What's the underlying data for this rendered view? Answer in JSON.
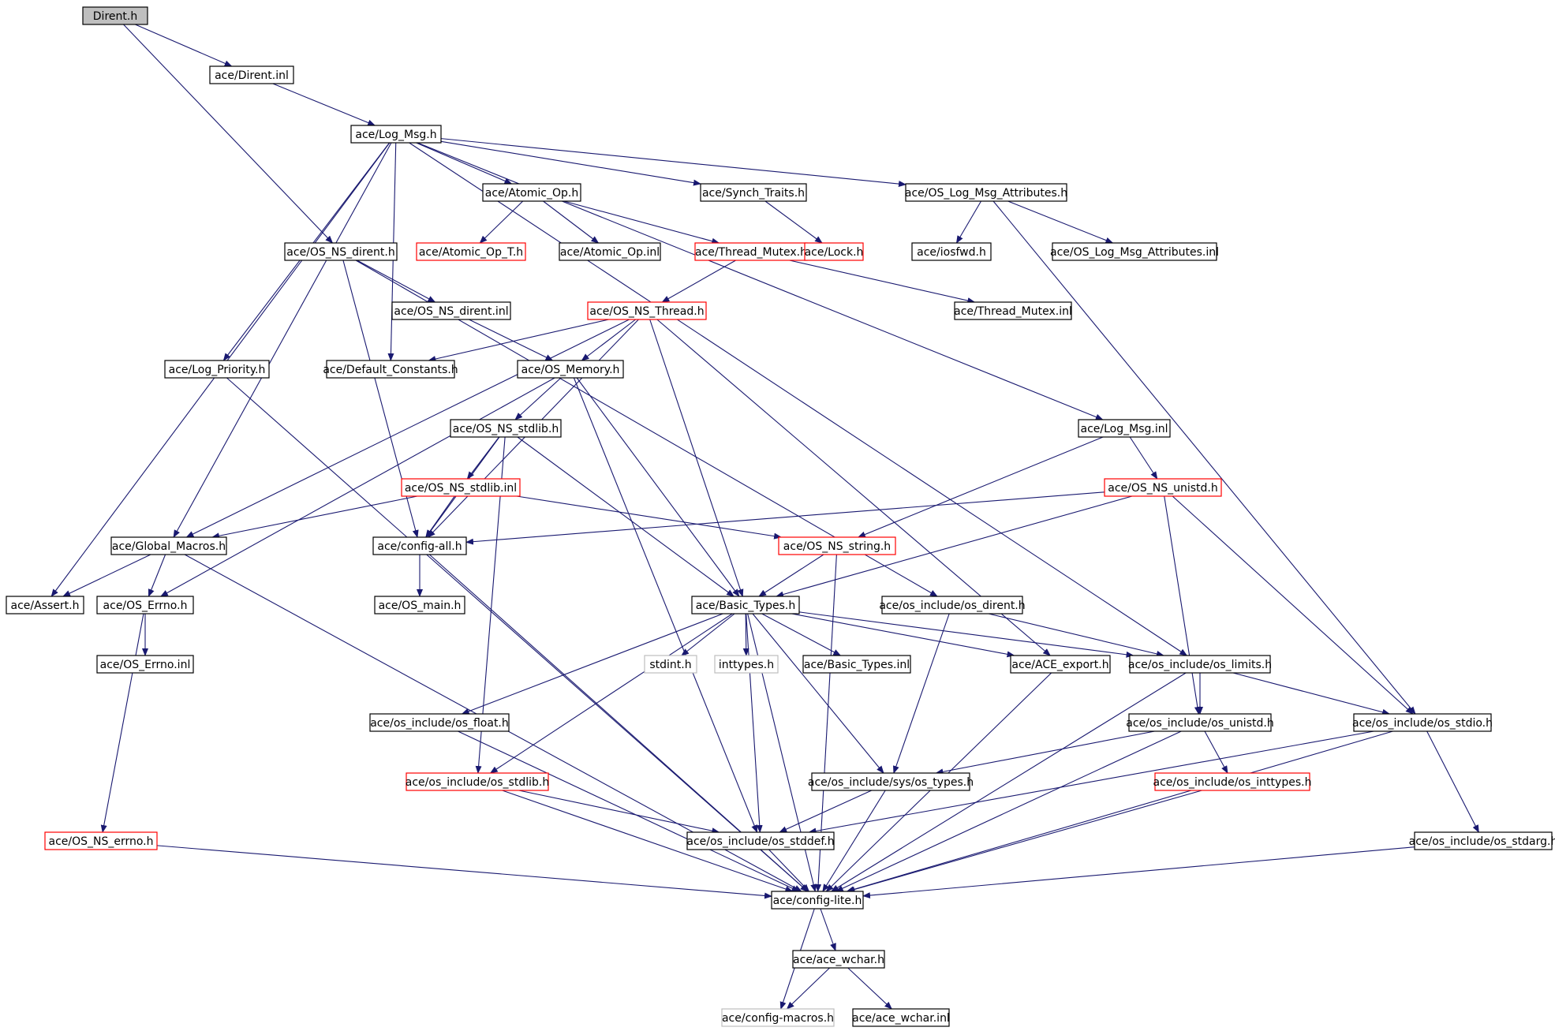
{
  "title": "Dirent.h",
  "colors": {
    "edge": "#191970",
    "border_default": "#000000",
    "border_truncated": "#ff0000",
    "border_external": "#bfbfbf",
    "root_fill": "#bfbfbf",
    "node_fill": "#ffffff"
  },
  "nodes": [
    {
      "id": "dirent_h",
      "label": "Dirent.h",
      "kind": "root"
    },
    {
      "id": "dirent_inl",
      "label": "ace/Dirent.inl",
      "kind": "normal"
    },
    {
      "id": "log_msg_h",
      "label": "ace/Log_Msg.h",
      "kind": "normal"
    },
    {
      "id": "atomic_op_h",
      "label": "ace/Atomic_Op.h",
      "kind": "normal"
    },
    {
      "id": "synch_traits_h",
      "label": "ace/Synch_Traits.h",
      "kind": "normal"
    },
    {
      "id": "os_log_msg_attr_h",
      "label": "ace/OS_Log_Msg_Attributes.h",
      "kind": "normal"
    },
    {
      "id": "os_ns_dirent_h",
      "label": "ace/OS_NS_dirent.h",
      "kind": "normal"
    },
    {
      "id": "atomic_op_t_h",
      "label": "ace/Atomic_Op_T.h",
      "kind": "truncated"
    },
    {
      "id": "atomic_op_inl",
      "label": "ace/Atomic_Op.inl",
      "kind": "normal"
    },
    {
      "id": "thread_mutex_h",
      "label": "ace/Thread_Mutex.h",
      "kind": "truncated"
    },
    {
      "id": "lock_h",
      "label": "ace/Lock.h",
      "kind": "truncated"
    },
    {
      "id": "iosfwd_h",
      "label": "ace/iosfwd.h",
      "kind": "normal"
    },
    {
      "id": "os_log_msg_attr_inl",
      "label": "ace/OS_Log_Msg_Attributes.inl",
      "kind": "normal"
    },
    {
      "id": "os_ns_dirent_inl",
      "label": "ace/OS_NS_dirent.inl",
      "kind": "normal"
    },
    {
      "id": "os_ns_thread_h",
      "label": "ace/OS_NS_Thread.h",
      "kind": "truncated"
    },
    {
      "id": "thread_mutex_inl",
      "label": "ace/Thread_Mutex.inl",
      "kind": "normal"
    },
    {
      "id": "log_priority_h",
      "label": "ace/Log_Priority.h",
      "kind": "normal"
    },
    {
      "id": "default_constants_h",
      "label": "ace/Default_Constants.h",
      "kind": "normal"
    },
    {
      "id": "os_memory_h",
      "label": "ace/OS_Memory.h",
      "kind": "normal"
    },
    {
      "id": "os_ns_stdlib_h",
      "label": "ace/OS_NS_stdlib.h",
      "kind": "normal"
    },
    {
      "id": "log_msg_inl",
      "label": "ace/Log_Msg.inl",
      "kind": "normal"
    },
    {
      "id": "os_ns_stdlib_inl",
      "label": "ace/OS_NS_stdlib.inl",
      "kind": "truncated"
    },
    {
      "id": "os_ns_unistd_h",
      "label": "ace/OS_NS_unistd.h",
      "kind": "truncated"
    },
    {
      "id": "global_macros_h",
      "label": "ace/Global_Macros.h",
      "kind": "normal"
    },
    {
      "id": "config_all_h",
      "label": "ace/config-all.h",
      "kind": "normal"
    },
    {
      "id": "os_ns_string_h",
      "label": "ace/OS_NS_string.h",
      "kind": "truncated"
    },
    {
      "id": "assert_h",
      "label": "ace/Assert.h",
      "kind": "normal"
    },
    {
      "id": "os_errno_h",
      "label": "ace/OS_Errno.h",
      "kind": "normal"
    },
    {
      "id": "os_main_h",
      "label": "ace/OS_main.h",
      "kind": "normal"
    },
    {
      "id": "basic_types_h",
      "label": "ace/Basic_Types.h",
      "kind": "normal"
    },
    {
      "id": "os_dirent_h",
      "label": "ace/os_include/os_dirent.h",
      "kind": "normal"
    },
    {
      "id": "os_errno_inl",
      "label": "ace/OS_Errno.inl",
      "kind": "normal"
    },
    {
      "id": "stdint_h",
      "label": "stdint.h",
      "kind": "external"
    },
    {
      "id": "inttypes_h",
      "label": "inttypes.h",
      "kind": "external"
    },
    {
      "id": "basic_types_inl",
      "label": "ace/Basic_Types.inl",
      "kind": "normal"
    },
    {
      "id": "ace_export_h",
      "label": "ace/ACE_export.h",
      "kind": "normal"
    },
    {
      "id": "os_limits_h",
      "label": "ace/os_include/os_limits.h",
      "kind": "normal"
    },
    {
      "id": "os_float_h",
      "label": "ace/os_include/os_float.h",
      "kind": "normal"
    },
    {
      "id": "os_unistd_h",
      "label": "ace/os_include/os_unistd.h",
      "kind": "normal"
    },
    {
      "id": "os_stdio_h",
      "label": "ace/os_include/os_stdio.h",
      "kind": "normal"
    },
    {
      "id": "os_stdlib_h",
      "label": "ace/os_include/os_stdlib.h",
      "kind": "truncated"
    },
    {
      "id": "os_types_h",
      "label": "ace/os_include/sys/os_types.h",
      "kind": "normal"
    },
    {
      "id": "os_inttypes_h",
      "label": "ace/os_include/os_inttypes.h",
      "kind": "truncated"
    },
    {
      "id": "os_ns_errno_h",
      "label": "ace/OS_NS_errno.h",
      "kind": "truncated"
    },
    {
      "id": "os_stddef_h",
      "label": "ace/os_include/os_stddef.h",
      "kind": "normal"
    },
    {
      "id": "os_stdarg_h",
      "label": "ace/os_include/os_stdarg.h",
      "kind": "normal"
    },
    {
      "id": "config_lite_h",
      "label": "ace/config-lite.h",
      "kind": "normal"
    },
    {
      "id": "ace_wchar_h",
      "label": "ace/ace_wchar.h",
      "kind": "normal"
    },
    {
      "id": "config_macros_h",
      "label": "ace/config-macros.h",
      "kind": "external"
    },
    {
      "id": "ace_wchar_inl",
      "label": "ace/ace_wchar.inl",
      "kind": "normal"
    }
  ],
  "edges": [
    [
      "dirent_h",
      "dirent_inl"
    ],
    [
      "dirent_h",
      "os_ns_dirent_h"
    ],
    [
      "dirent_inl",
      "log_msg_h"
    ],
    [
      "log_msg_h",
      "atomic_op_h"
    ],
    [
      "log_msg_h",
      "synch_traits_h"
    ],
    [
      "log_msg_h",
      "os_log_msg_attr_h"
    ],
    [
      "log_msg_h",
      "log_priority_h"
    ],
    [
      "log_msg_h",
      "default_constants_h"
    ],
    [
      "log_msg_h",
      "global_macros_h"
    ],
    [
      "log_msg_h",
      "assert_h"
    ],
    [
      "log_msg_h",
      "log_msg_inl"
    ],
    [
      "log_msg_h",
      "os_limits_h"
    ],
    [
      "atomic_op_h",
      "atomic_op_t_h"
    ],
    [
      "atomic_op_h",
      "atomic_op_inl"
    ],
    [
      "atomic_op_h",
      "thread_mutex_h"
    ],
    [
      "synch_traits_h",
      "lock_h"
    ],
    [
      "os_log_msg_attr_h",
      "iosfwd_h"
    ],
    [
      "os_log_msg_attr_h",
      "os_log_msg_attr_inl"
    ],
    [
      "os_log_msg_attr_h",
      "os_stdio_h"
    ],
    [
      "os_ns_dirent_h",
      "os_ns_dirent_inl"
    ],
    [
      "os_ns_dirent_h",
      "config_all_h"
    ],
    [
      "os_ns_dirent_h",
      "os_dirent_h"
    ],
    [
      "thread_mutex_h",
      "os_ns_thread_h"
    ],
    [
      "thread_mutex_h",
      "thread_mutex_inl"
    ],
    [
      "os_ns_dirent_inl",
      "os_memory_h"
    ],
    [
      "os_ns_thread_h",
      "default_constants_h"
    ],
    [
      "os_ns_thread_h",
      "os_memory_h"
    ],
    [
      "os_ns_thread_h",
      "global_macros_h"
    ],
    [
      "os_ns_thread_h",
      "config_all_h"
    ],
    [
      "os_ns_thread_h",
      "basic_types_h"
    ],
    [
      "os_ns_thread_h",
      "ace_export_h"
    ],
    [
      "log_priority_h",
      "config_lite_h"
    ],
    [
      "os_memory_h",
      "os_ns_stdlib_h"
    ],
    [
      "os_memory_h",
      "os_errno_h"
    ],
    [
      "os_memory_h",
      "basic_types_h"
    ],
    [
      "os_memory_h",
      "os_stddef_h"
    ],
    [
      "os_ns_stdlib_h",
      "os_ns_stdlib_inl"
    ],
    [
      "os_ns_stdlib_h",
      "config_all_h"
    ],
    [
      "os_ns_stdlib_h",
      "basic_types_h"
    ],
    [
      "os_ns_stdlib_h",
      "os_stdlib_h"
    ],
    [
      "log_msg_inl",
      "os_ns_unistd_h"
    ],
    [
      "log_msg_inl",
      "os_ns_string_h"
    ],
    [
      "os_ns_stdlib_inl",
      "global_macros_h"
    ],
    [
      "os_ns_stdlib_inl",
      "config_all_h"
    ],
    [
      "os_ns_stdlib_inl",
      "os_ns_string_h"
    ],
    [
      "os_ns_unistd_h",
      "config_all_h"
    ],
    [
      "os_ns_unistd_h",
      "basic_types_h"
    ],
    [
      "os_ns_unistd_h",
      "os_unistd_h"
    ],
    [
      "os_ns_unistd_h",
      "os_stdio_h"
    ],
    [
      "global_macros_h",
      "assert_h"
    ],
    [
      "global_macros_h",
      "os_errno_h"
    ],
    [
      "global_macros_h",
      "config_lite_h"
    ],
    [
      "config_all_h",
      "os_main_h"
    ],
    [
      "config_all_h",
      "config_lite_h"
    ],
    [
      "os_ns_string_h",
      "basic_types_h"
    ],
    [
      "os_ns_string_h",
      "config_lite_h"
    ],
    [
      "os_errno_h",
      "os_errno_inl"
    ],
    [
      "os_errno_h",
      "os_ns_errno_h"
    ],
    [
      "basic_types_h",
      "stdint_h"
    ],
    [
      "basic_types_h",
      "inttypes_h"
    ],
    [
      "basic_types_h",
      "basic_types_inl"
    ],
    [
      "basic_types_h",
      "ace_export_h"
    ],
    [
      "basic_types_h",
      "os_limits_h"
    ],
    [
      "basic_types_h",
      "os_float_h"
    ],
    [
      "basic_types_h",
      "os_stdlib_h"
    ],
    [
      "basic_types_h",
      "os_stddef_h"
    ],
    [
      "basic_types_h",
      "os_types_h"
    ],
    [
      "basic_types_h",
      "config_lite_h"
    ],
    [
      "os_dirent_h",
      "os_limits_h"
    ],
    [
      "os_dirent_h",
      "os_types_h"
    ],
    [
      "ace_export_h",
      "config_lite_h"
    ],
    [
      "os_limits_h",
      "os_unistd_h"
    ],
    [
      "os_limits_h",
      "os_stdio_h"
    ],
    [
      "os_limits_h",
      "config_lite_h"
    ],
    [
      "os_float_h",
      "config_lite_h"
    ],
    [
      "os_unistd_h",
      "os_types_h"
    ],
    [
      "os_unistd_h",
      "os_inttypes_h"
    ],
    [
      "os_unistd_h",
      "config_lite_h"
    ],
    [
      "os_stdio_h",
      "os_stddef_h"
    ],
    [
      "os_stdio_h",
      "os_stdarg_h"
    ],
    [
      "os_stdio_h",
      "config_lite_h"
    ],
    [
      "os_stdlib_h",
      "os_stddef_h"
    ],
    [
      "os_stdlib_h",
      "config_lite_h"
    ],
    [
      "os_types_h",
      "os_stddef_h"
    ],
    [
      "os_types_h",
      "config_lite_h"
    ],
    [
      "os_inttypes_h",
      "config_lite_h"
    ],
    [
      "os_ns_errno_h",
      "config_lite_h"
    ],
    [
      "os_stddef_h",
      "config_lite_h"
    ],
    [
      "os_stdarg_h",
      "config_lite_h"
    ],
    [
      "config_lite_h",
      "ace_wchar_h"
    ],
    [
      "config_lite_h",
      "config_macros_h"
    ],
    [
      "ace_wchar_h",
      "config_macros_h"
    ],
    [
      "ace_wchar_h",
      "ace_wchar_inl"
    ]
  ]
}
